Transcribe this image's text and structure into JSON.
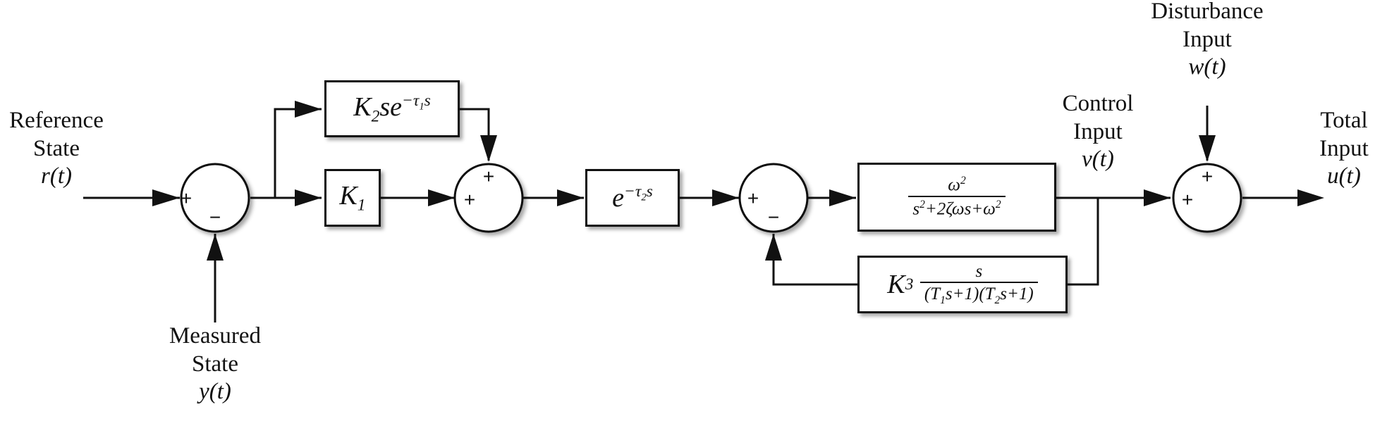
{
  "labels": {
    "reference": [
      "Reference",
      "State",
      "r(t)"
    ],
    "measured": [
      "Measured",
      "State",
      "y(t)"
    ],
    "control": [
      "Control",
      "Input",
      "v(t)"
    ],
    "disturbance": [
      "Disturbance",
      "Input",
      "w(t)"
    ],
    "total": [
      "Total",
      "Input",
      "u(t)"
    ]
  },
  "blocks": {
    "k1": "K1",
    "k2_delay": "K2se^(−τ1 s)",
    "delay2": "e^(−τ2 s)",
    "plant": "ω² / (s²+2ζωs+ω²)",
    "feedback": "K3 · s / ((T1 s+1)(T2 s+1))"
  },
  "signs": {
    "sum1": [
      "+",
      "−"
    ],
    "sum2": [
      "+",
      "+"
    ],
    "sum3": [
      "+",
      "−"
    ],
    "sum4": [
      "+",
      "+"
    ]
  }
}
